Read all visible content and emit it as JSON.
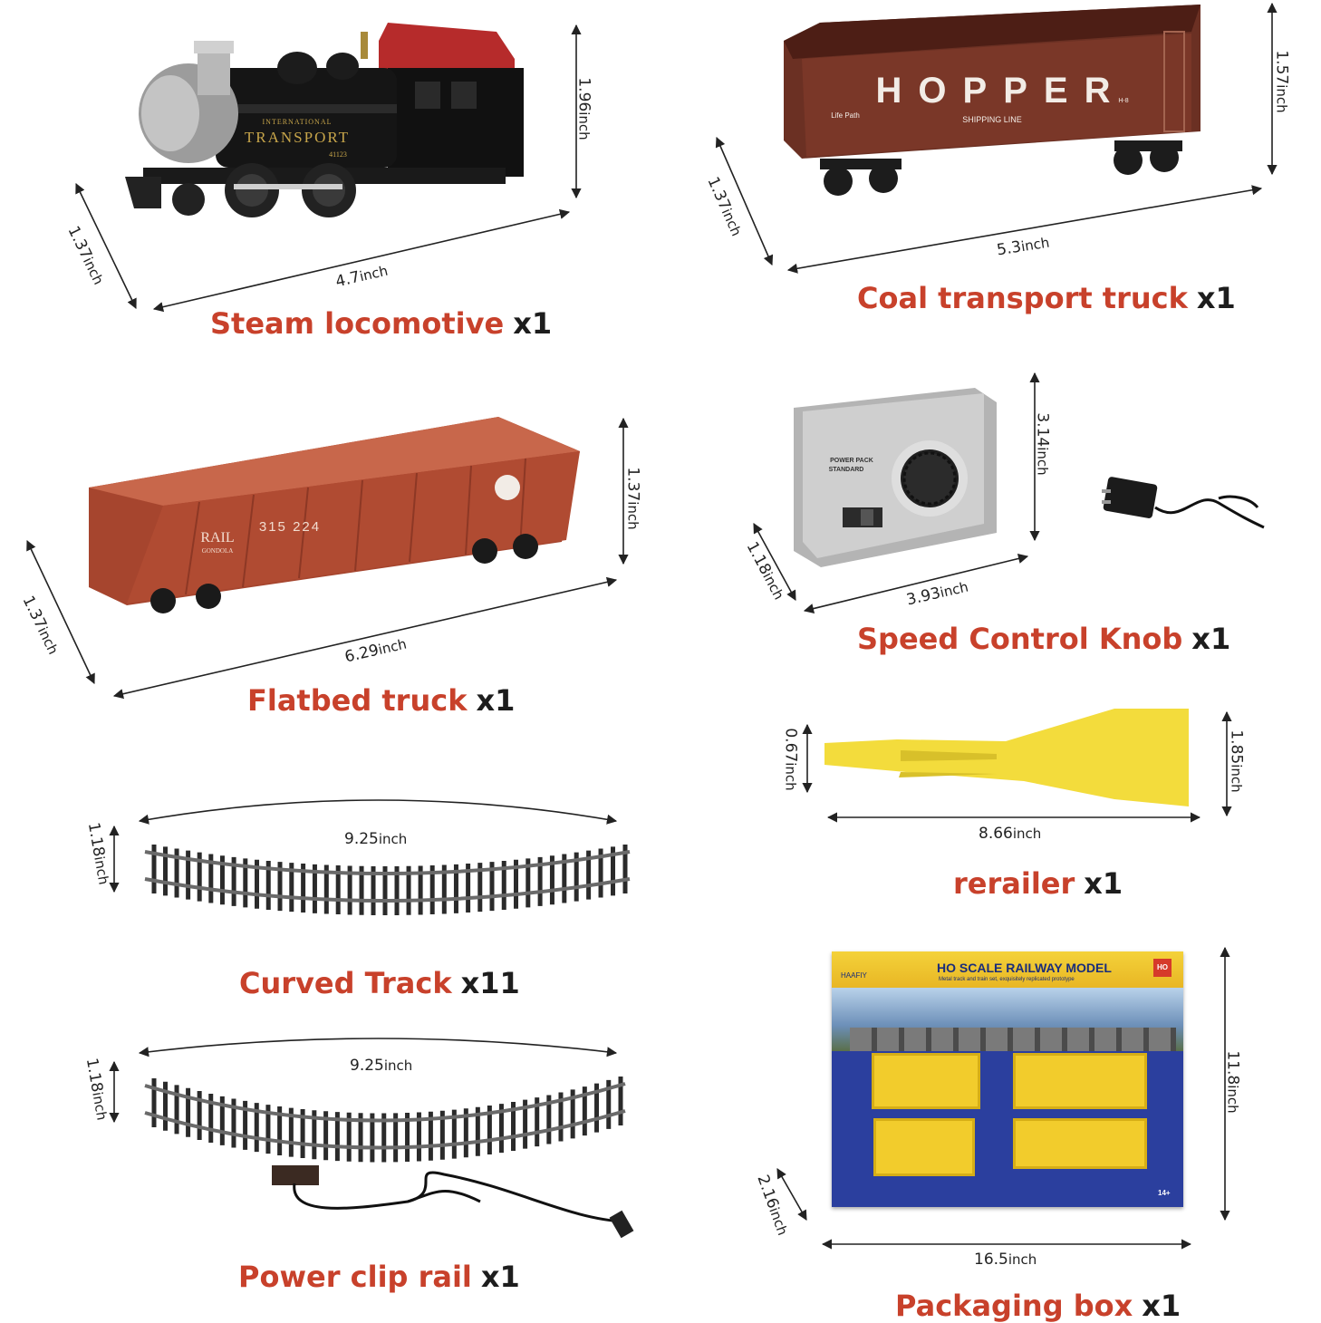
{
  "items": [
    {
      "id": "locomotive",
      "name": "Steam locomotive",
      "qty": "x1",
      "dims": [
        "4.7",
        "1.96",
        "1.37"
      ],
      "marking_1": "INTERNATIONAL",
      "marking_2": "TRANSPORT",
      "number": "41123"
    },
    {
      "id": "coal",
      "name": "Coal transport truck",
      "qty": "x1",
      "dims": [
        "5.3",
        "1.57",
        "1.37"
      ],
      "car_label": "HOPPER",
      "car_sub": "SHIPPING LINE",
      "car_brand": "Life Path",
      "car_code": "H-8"
    },
    {
      "id": "flatbed",
      "name": "Flatbed truck",
      "qty": "x1",
      "dims": [
        "6.29",
        "1.37",
        "1.37"
      ],
      "car_label": "RAIL",
      "car_sub": "GONDOLA",
      "car_number": "315 224"
    },
    {
      "id": "speed",
      "name": "Speed Control Knob",
      "qty": "x1",
      "dims": [
        "3.93",
        "3.14",
        "1.18"
      ],
      "panel_label_1": "POWER PACK",
      "panel_label_2": "STANDARD"
    },
    {
      "id": "rerailer",
      "name": "rerailer",
      "qty": "x1",
      "dims": [
        "8.66",
        "1.85",
        "0.67"
      ]
    },
    {
      "id": "curved",
      "name": "Curved Track",
      "qty": "x11",
      "dims": [
        "9.25",
        "1.18"
      ]
    },
    {
      "id": "powerclip",
      "name": "Power clip rail",
      "qty": "x1",
      "dims": [
        "9.25",
        "1.18"
      ]
    },
    {
      "id": "box",
      "name": "Packaging box",
      "qty": "x1",
      "dims": [
        "16.5",
        "11.8",
        "2.16"
      ],
      "box_title": "HO SCALE RAILWAY MODEL",
      "box_subtitle": "Metal track and train set, exquisitely replicated prototype",
      "box_brand": "HAAFIY",
      "box_badge": "HO",
      "box_age": "14+"
    }
  ],
  "unit": "inch",
  "colors": {
    "title_red": "#c8412b",
    "qty_black": "#1d1d1d",
    "arrow": "#222222"
  }
}
